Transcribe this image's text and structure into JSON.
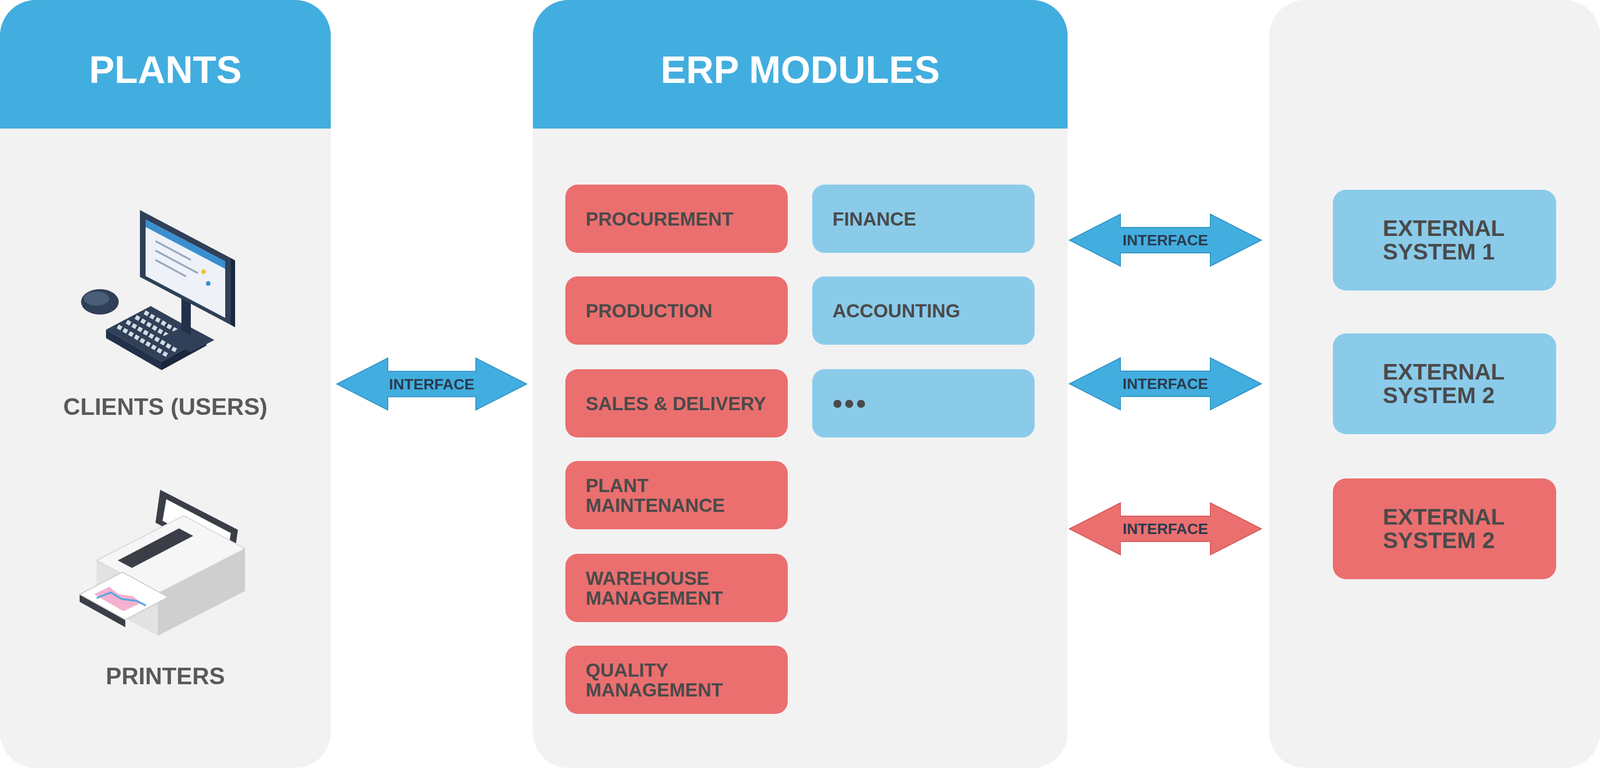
{
  "diagram": {
    "nodes": [
      {
        "text": [
          "PLANTS"
        ]
      },
      {
        "text": [
          "ERP MODULES"
        ]
      },
      {
        "text": [
          "PROCUREMENT"
        ],
        "in": 1
      },
      {
        "text": [
          "PRODUCTION"
        ],
        "in": 1
      },
      {
        "text": [
          "SALES & DELIVERY"
        ],
        "in": 1
      },
      {
        "text": [
          "PLANT MAINTENANCE"
        ],
        "in": 1
      },
      {
        "text": [
          "WAREHOUSE MANAGEMENT"
        ],
        "in": 1
      },
      {
        "text": [
          "QUALITY MANAGEMENT"
        ],
        "in": 1
      },
      {
        "text": [
          "FINANCE"
        ],
        "in": 1
      },
      {
        "text": [
          "ACCOUNTING"
        ],
        "in": 1
      },
      {
        "text": [
          "•••"
        ],
        "in": 1
      },
      {
        "text": [
          "EXTERNAL SYSTEM 1"
        ]
      },
      {
        "text": [
          "EXTERNAL SYSTEM 2"
        ]
      },
      {
        "text": [
          "EXTERNAL SYSTEM 2"
        ]
      }
    ],
    "edges": [
      {
        "from": 0,
        "to": 1,
        "label": "INTERFACE",
        "arrow": "both"
      },
      {
        "from": 1,
        "to": 11,
        "label": "INTERFACE",
        "arrow": "both"
      },
      {
        "from": 1,
        "to": 12,
        "label": "INTERFACE",
        "arrow": "both"
      },
      {
        "from": 1,
        "to": 13,
        "label": "INTERFACE",
        "arrow": "both"
      }
    ],
    "labels": [
      "CLIENTS (USERS)",
      "PRINTERS"
    ]
  }
}
